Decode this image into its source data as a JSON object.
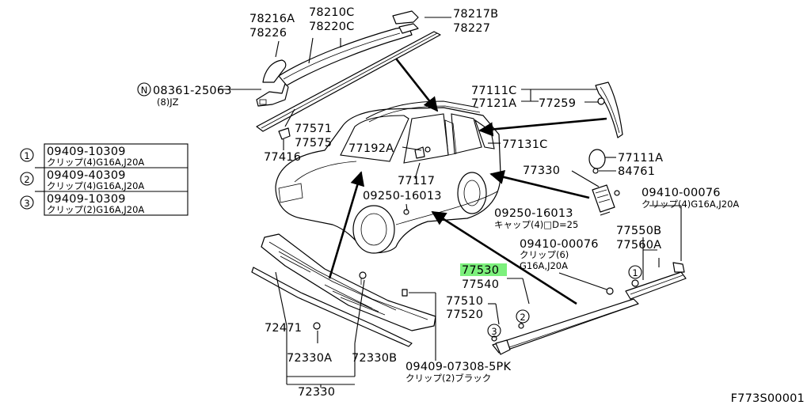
{
  "diagram_id": "F773S00001",
  "legend": [
    {
      "num": "1",
      "part": "09409-10309",
      "desc": "クリップ(4)G16A,J20A"
    },
    {
      "num": "2",
      "part": "09409-40309",
      "desc": "クリップ(4)G16A,J20A"
    },
    {
      "num": "3",
      "part": "09409-10309",
      "desc": "クリップ(2)G16A,J20A"
    }
  ],
  "labels": {
    "p78216A": "78216A",
    "p78226": "78226",
    "p78210C": "78210C",
    "p78220C": "78220C",
    "p78217B": "78217B",
    "p78227": "78227",
    "nut_symbol": "N",
    "p08361": "08361-25063",
    "p08361_qty": "(8)JZ",
    "p77571": "77571",
    "p77575": "77575",
    "p77416": "77416",
    "p77111C": "77111C",
    "p77121A": "77121A",
    "p77259": "77259",
    "p77192A": "77192A",
    "p77131C": "77131C",
    "p77111A": "77111A",
    "p84761": "84761",
    "p77330": "77330",
    "p77117": "77117",
    "p09250a": "09250-16013",
    "p09250b": "09250-16013",
    "p09250b_desc": "キャップ(4)□D=25",
    "p09410a": "09410-00076",
    "p09410a_desc": "クリップ(4)G16A,J20A",
    "p77550B": "77550B",
    "p77560A": "77560A",
    "p09410b": "09410-00076",
    "p09410b_desc1": "クリップ(6)",
    "p09410b_desc2": "G16A,J20A",
    "p77530": "77530",
    "p77540": "77540",
    "p77510": "77510",
    "p77520": "77520",
    "callout_2": "2",
    "callout_3": "3",
    "callout_1": "1",
    "p72471": "72471",
    "p72330A": "72330A",
    "p72330B": "72330B",
    "p72330": "72330",
    "p09409": "09409-07308-5PK",
    "p09409_desc": "クリップ(2)ブラック"
  },
  "colors": {
    "highlight": "#7cf07c",
    "line": "#000000",
    "background": "#ffffff"
  }
}
